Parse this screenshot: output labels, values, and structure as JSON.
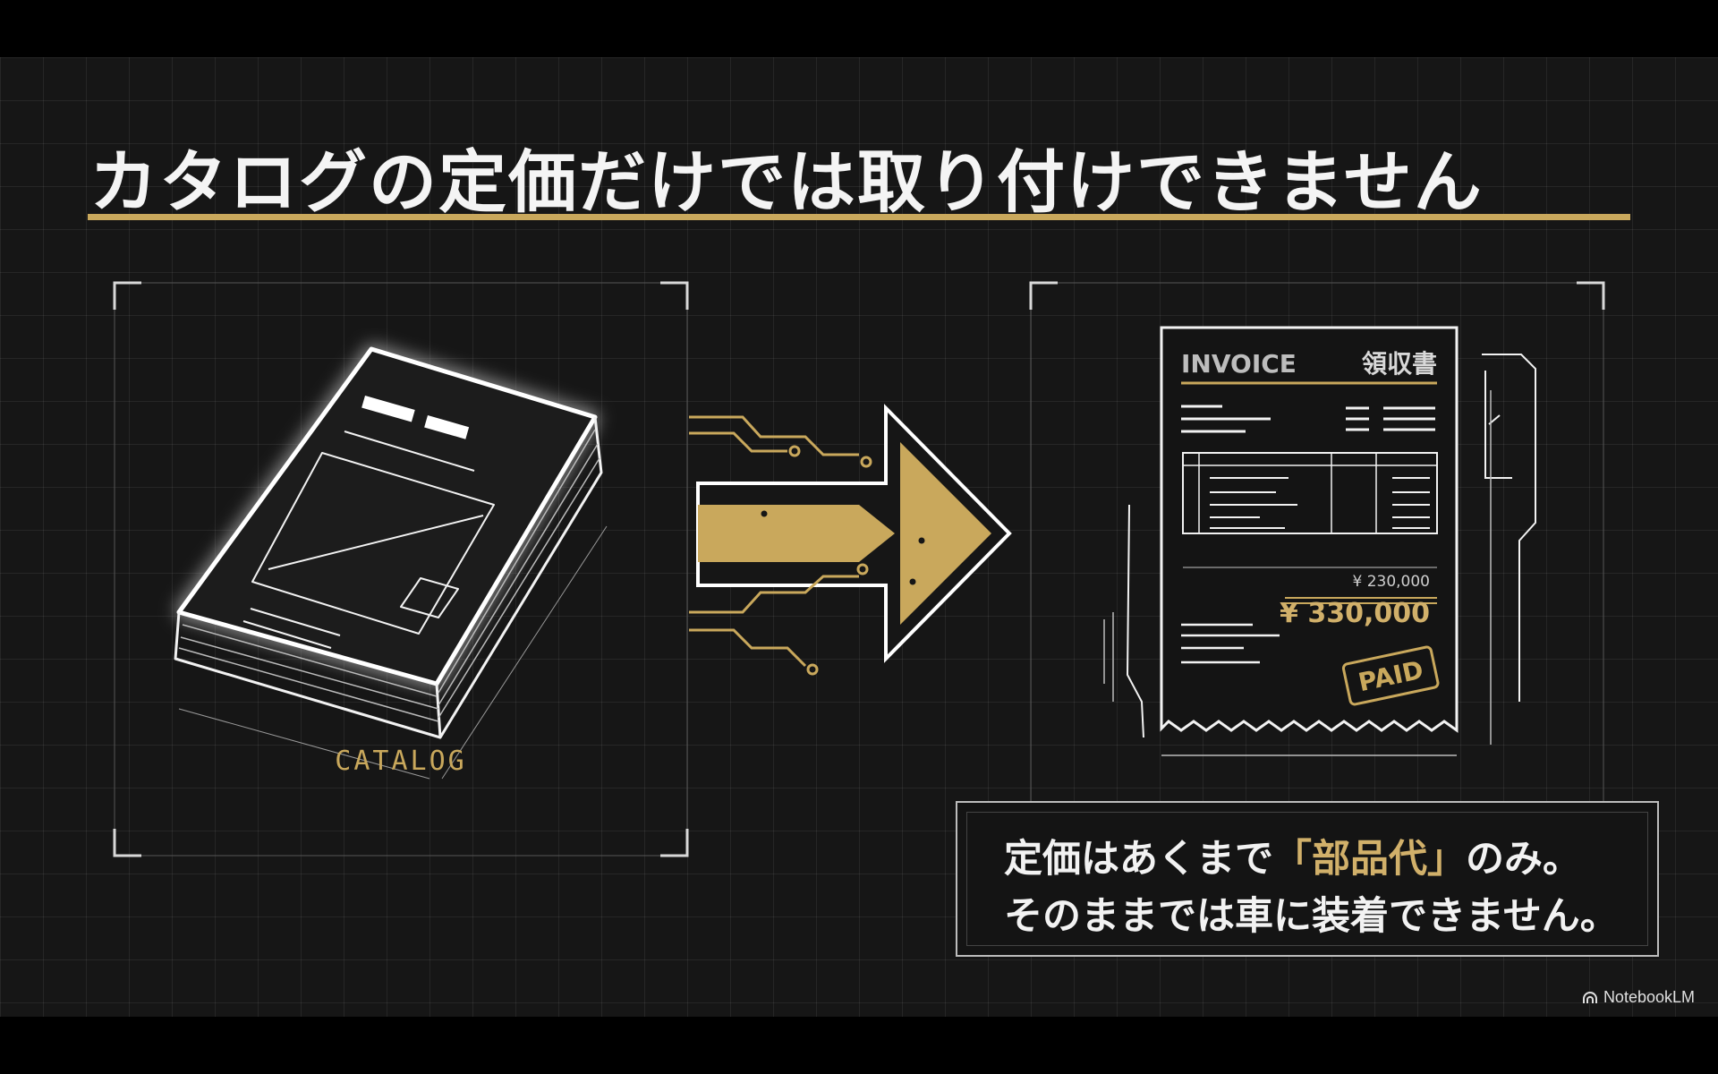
{
  "title": "カタログの定価だけでは取り付けできません",
  "catalog": {
    "label": "CATALOG"
  },
  "invoice": {
    "heading": "INVOICE",
    "heading_jp": "領収書",
    "subtotal": "¥ 230,000",
    "total": "¥ 330,000",
    "stamp": "PAID"
  },
  "caption": {
    "line1_pre": "定価はあくまで",
    "line1_highlight": "「部品代」",
    "line1_post": "のみ。",
    "line2": "そのままでは車に装着できません。"
  },
  "brand": {
    "name": "NotebookLM"
  },
  "colors": {
    "accent": "#c9a85c",
    "background": "#161616",
    "line": "#e8e8e8"
  }
}
